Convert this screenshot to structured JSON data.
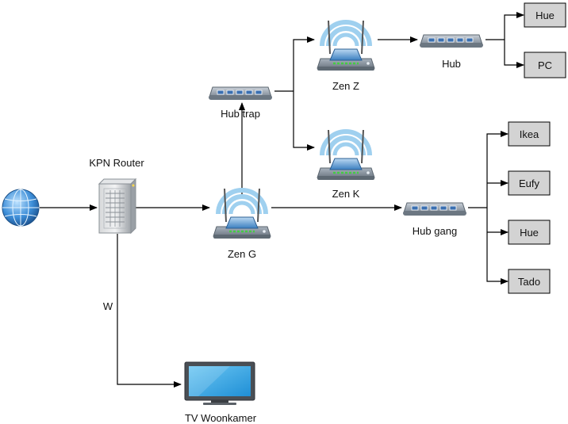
{
  "labels": {
    "router": "KPN Router",
    "hub_trap": "Hub trap",
    "zen_z": "Zen Z",
    "zen_k": "Zen K",
    "zen_g": "Zen G",
    "hub": "Hub",
    "hub_gang": "Hub gang",
    "tv": "TV Woonkamer",
    "wire": "W"
  },
  "boxes": {
    "hue_top": "Hue",
    "pc": "PC",
    "ikea": "Ikea",
    "eufy": "Eufy",
    "hue": "Hue",
    "tado": "Tado"
  },
  "colors": {
    "box_fill": "#d3d3d3",
    "line": "#000000",
    "wifi_arc": "#8fc6ea",
    "device_body": "#8e9aa6",
    "device_top": "#5c9fd3",
    "led": "#44cc44"
  }
}
